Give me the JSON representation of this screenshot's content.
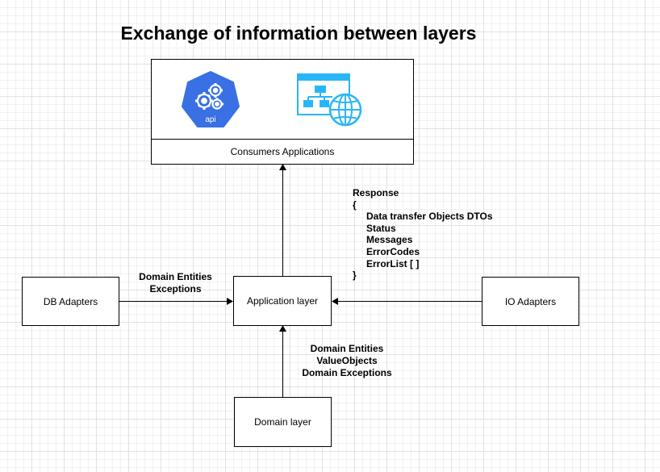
{
  "title": "Exchange of information between layers",
  "nodes": {
    "consumers": "Consumers Applications",
    "application": "Application layer",
    "db_adapters": "DB Adapters",
    "io_adapters": "IO Adapters",
    "domain": "Domain layer"
  },
  "icons": {
    "api_icon_text": "api",
    "api_icon": "kubernetes-api-hexagon-icon",
    "web_icon": "web-sitemap-globe-icon"
  },
  "edges": {
    "db_to_app": [
      "Domain Entities",
      "Exceptions"
    ],
    "domain_to_app": [
      "Domain Entities",
      "ValueObjects",
      "Domain Exceptions"
    ],
    "app_to_consumers": {
      "header": "Response",
      "open": "{",
      "items": [
        "Data transfer Objects DTOs",
        "Status",
        "Messages",
        "ErrorCodes",
        "ErrorList [  ]"
      ],
      "close": "}"
    }
  },
  "colors": {
    "api_blue": "#3970e4",
    "web_blue": "#29b6f6"
  }
}
